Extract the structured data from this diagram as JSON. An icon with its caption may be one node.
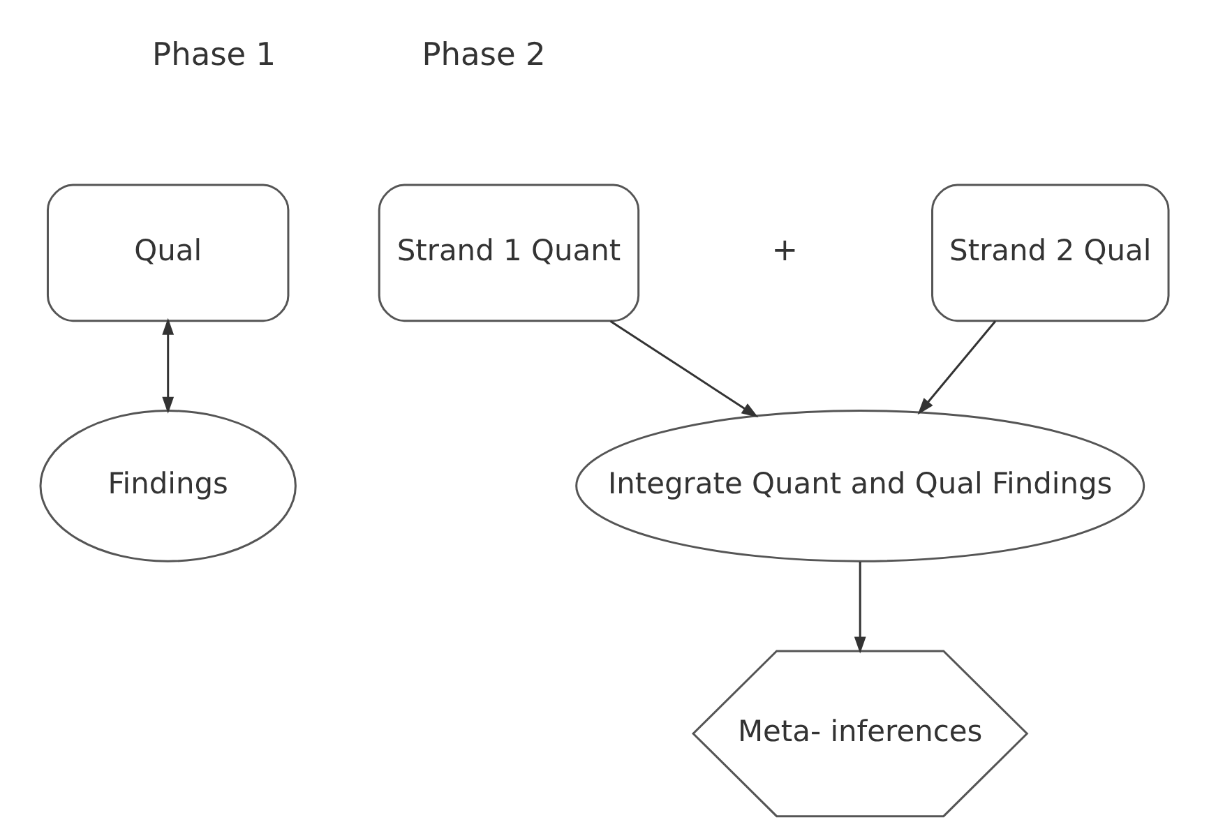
{
  "diagram": {
    "nodes": [
      {
        "text": [
          "Qual"
        ]
      },
      {
        "text": [
          "Findings"
        ]
      },
      {
        "text": [
          "Strand 1 Quant"
        ]
      },
      {
        "text": [
          "Strand 2 Qual"
        ]
      },
      {
        "text": [
          "Integrate Quant and Qual Findings"
        ]
      },
      {
        "text": [
          "Meta- inferences"
        ]
      }
    ],
    "edges": [
      {
        "from": 0,
        "to": 1,
        "arrow": "both"
      },
      {
        "from": 2,
        "to": 4,
        "arrow": "to"
      },
      {
        "from": 3,
        "to": 4,
        "arrow": "to"
      },
      {
        "from": 4,
        "to": 5,
        "arrow": "to"
      }
    ],
    "labels": [
      "Phase 1",
      "Phase 2",
      "+"
    ]
  }
}
